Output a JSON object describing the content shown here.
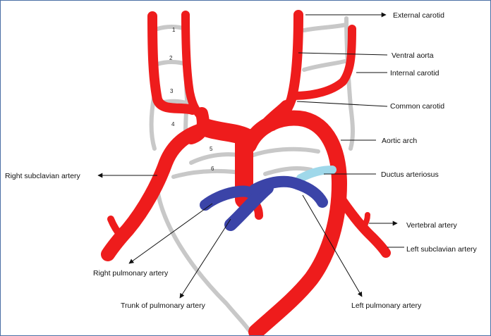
{
  "colors": {
    "artery": "#ee1c1c",
    "pulmonary": "#3b44a8",
    "ductus": "#9fd8ea",
    "regressed": "#c8c8c8",
    "leader": "#111111",
    "border": "#4a6fa5"
  },
  "arch_numbers": [
    "1",
    "2",
    "3",
    "4",
    "5",
    "6"
  ],
  "labels": {
    "external_carotid": "External carotid",
    "ventral_aorta": "Ventral aorta",
    "internal_carotid": "Internal carotid",
    "common_carotid": "Common carotid",
    "aortic_arch": "Aortic arch",
    "ductus_arteriosus": "Ductus arteriosus",
    "right_subclavian": "Right subclavian artery",
    "vertebral_artery": "Vertebral artery",
    "left_subclavian": "Left subclavian artery",
    "right_pulmonary": "Right pulmonary artery",
    "trunk_pulmonary": "Trunk of pulmonary artery",
    "left_pulmonary": "Left pulmonary artery"
  }
}
